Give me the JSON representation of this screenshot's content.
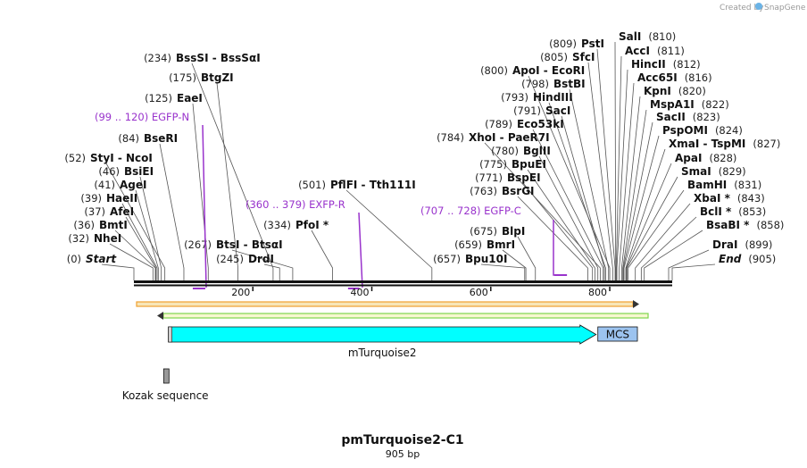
{
  "watermark": {
    "prefix": "Created by",
    "brand": "SnapGene"
  },
  "sequence": {
    "name": "pmTurquoise2-C1",
    "length_label": "905 bp",
    "length_bp": 905
  },
  "scale_ticks": [
    200,
    400,
    600,
    800
  ],
  "enzymes": [
    {
      "pos": "(0)",
      "name": "Start",
      "bp": 0,
      "italic": true
    },
    {
      "pos": "(32)",
      "name": "NheI",
      "bp": 32
    },
    {
      "pos": "(36)",
      "name": "BmtI",
      "bp": 36
    },
    {
      "pos": "(37)",
      "name": "AfeI",
      "bp": 37
    },
    {
      "pos": "(39)",
      "name": "HaeII",
      "bp": 39
    },
    {
      "pos": "(41)",
      "name": "AgeI",
      "bp": 41
    },
    {
      "pos": "(46)",
      "name": "BsiEI",
      "bp": 46
    },
    {
      "pos": "(52)",
      "name": "StyI  -  NcoI",
      "bp": 52
    },
    {
      "pos": "(84)",
      "name": "BseRI",
      "bp": 84
    },
    {
      "pos": "(125)",
      "name": "EaeI",
      "bp": 125
    },
    {
      "pos": "(175)",
      "name": "BtgZI",
      "bp": 175
    },
    {
      "pos": "(234)",
      "name": "BssSI  -  BssSαI",
      "bp": 234
    },
    {
      "pos": "(245)",
      "name": "DrdI",
      "bp": 245
    },
    {
      "pos": "(267)",
      "name": "BtsI  -  BtsαI",
      "bp": 267
    },
    {
      "pos": "(334)",
      "name": "PfoI *",
      "bp": 334
    },
    {
      "pos": "(501)",
      "name": "PflFI  -  Tth111I",
      "bp": 501
    },
    {
      "pos": "(657)",
      "name": "Bpu10I",
      "bp": 657
    },
    {
      "pos": "(659)",
      "name": "BmrI",
      "bp": 659
    },
    {
      "pos": "(675)",
      "name": "BlpI",
      "bp": 675
    },
    {
      "pos": "(763)",
      "name": "BsrGI",
      "bp": 763
    },
    {
      "pos": "(771)",
      "name": "BspEI",
      "bp": 771
    },
    {
      "pos": "(775)",
      "name": "BpuEI",
      "bp": 775
    },
    {
      "pos": "(780)",
      "name": "BglII",
      "bp": 780
    },
    {
      "pos": "(784)",
      "name": "XhoI  -  PaeR7I",
      "bp": 784
    },
    {
      "pos": "(789)",
      "name": "Eco53kI",
      "bp": 789
    },
    {
      "pos": "(791)",
      "name": "SacI",
      "bp": 791
    },
    {
      "pos": "(793)",
      "name": "HindIII",
      "bp": 793
    },
    {
      "pos": "(798)",
      "name": "BstBI",
      "bp": 798
    },
    {
      "pos": "(800)",
      "name": "ApoI  -  EcoRI",
      "bp": 800
    },
    {
      "pos": "(805)",
      "name": "SfcI",
      "bp": 805
    },
    {
      "pos": "(809)",
      "name": "PstI",
      "bp": 809
    },
    {
      "pos": "(810)",
      "name": "SalI",
      "bp": 810
    },
    {
      "pos": "(811)",
      "name": "AccI",
      "bp": 811
    },
    {
      "pos": "(812)",
      "name": "HincII",
      "bp": 812
    },
    {
      "pos": "(816)",
      "name": "Acc65I",
      "bp": 816
    },
    {
      "pos": "(820)",
      "name": "KpnI",
      "bp": 820
    },
    {
      "pos": "(822)",
      "name": "MspA1I",
      "bp": 822
    },
    {
      "pos": "(823)",
      "name": "SacII",
      "bp": 823
    },
    {
      "pos": "(824)",
      "name": "PspOMI",
      "bp": 824
    },
    {
      "pos": "(827)",
      "name": "XmaI  -  TspMI",
      "bp": 827
    },
    {
      "pos": "(828)",
      "name": "ApaI",
      "bp": 828
    },
    {
      "pos": "(829)",
      "name": "SmaI",
      "bp": 829
    },
    {
      "pos": "(831)",
      "name": "BamHI",
      "bp": 831
    },
    {
      "pos": "(843)",
      "name": "XbaI *",
      "bp": 843
    },
    {
      "pos": "(853)",
      "name": "BclI *",
      "bp": 853
    },
    {
      "pos": "(858)",
      "name": "BsaBI *",
      "bp": 858
    },
    {
      "pos": "(899)",
      "name": "DraI",
      "bp": 899
    },
    {
      "pos": "(905)",
      "name": "End",
      "bp": 905,
      "italic": true
    }
  ],
  "primers": [
    {
      "pos": "(99 .. 120)",
      "name": "EGFP-N",
      "start": 99,
      "end": 120
    },
    {
      "pos": "(360 .. 379)",
      "name": "EXFP-R",
      "start": 360,
      "end": 379
    },
    {
      "pos": "(707 .. 728)",
      "name": "EGFP-C",
      "start": 707,
      "end": 728
    }
  ],
  "features": [
    {
      "name": "mTurquoise2",
      "start": 58,
      "end": 777,
      "color": "#00ffff",
      "type": "arrow"
    },
    {
      "name": "MCS",
      "start": 777,
      "end": 845,
      "color": "#9cc3ef",
      "type": "box"
    },
    {
      "name": "Kozak sequence",
      "start": 47,
      "end": 57,
      "color": "#999999",
      "type": "box"
    }
  ],
  "colors": {
    "primer": "#9933cc",
    "orf_outline": "#f0a030",
    "orf_fill": "#f8e6b8",
    "orf2_outline": "#7fd64d"
  }
}
